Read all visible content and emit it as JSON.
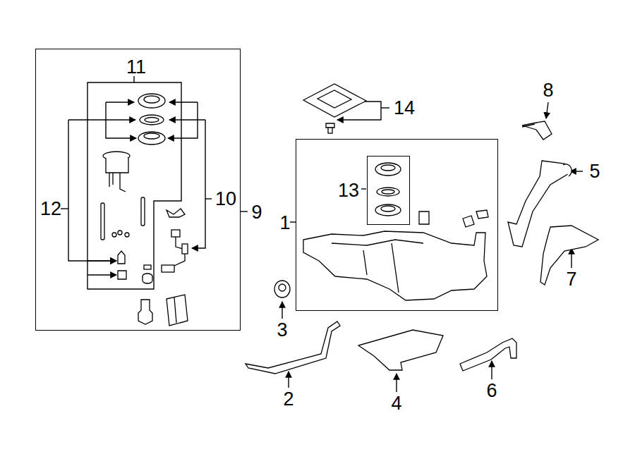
{
  "diagram": {
    "nodes": [
      {
        "text": [
          "9"
        ]
      },
      {
        "text": [
          "1"
        ]
      },
      {
        "text": [
          "13"
        ],
        "in": 1
      }
    ],
    "labels": [
      "11",
      "14",
      "8",
      "5",
      "12",
      "10",
      "7",
      "3",
      "2",
      "4",
      "6"
    ]
  }
}
